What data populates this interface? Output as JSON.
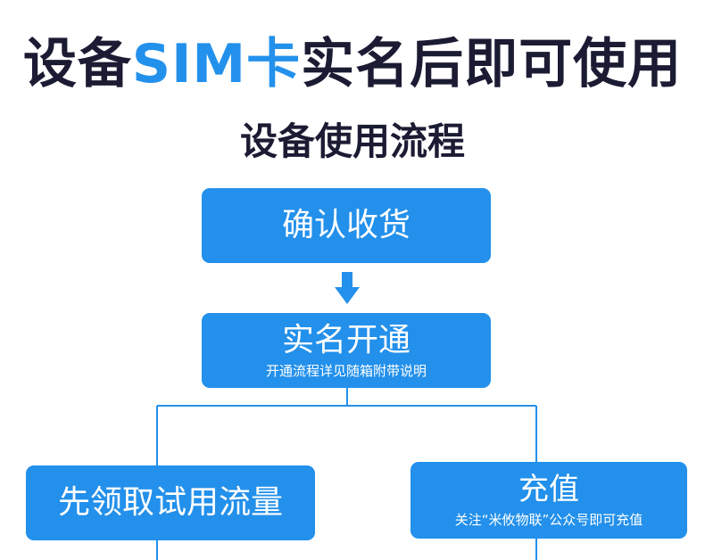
{
  "header": {
    "title_part1": "设备",
    "title_accent": "SIM卡",
    "title_part2": "实名后即可使用",
    "subtitle": "设备使用流程"
  },
  "flow": {
    "step1": {
      "label": "确认收货"
    },
    "step2": {
      "label": "实名开通",
      "note": "开通流程详见随箱附带说明"
    },
    "step3": {
      "label": "先领取试用流量"
    },
    "step4": {
      "label": "充值",
      "note": "关注“米攸物联”公众号即可充值"
    }
  },
  "colors": {
    "accent": "#2391ec",
    "box_fill": "#2390eb",
    "connector": "#2390eb",
    "title_text": "#1b1b33"
  }
}
